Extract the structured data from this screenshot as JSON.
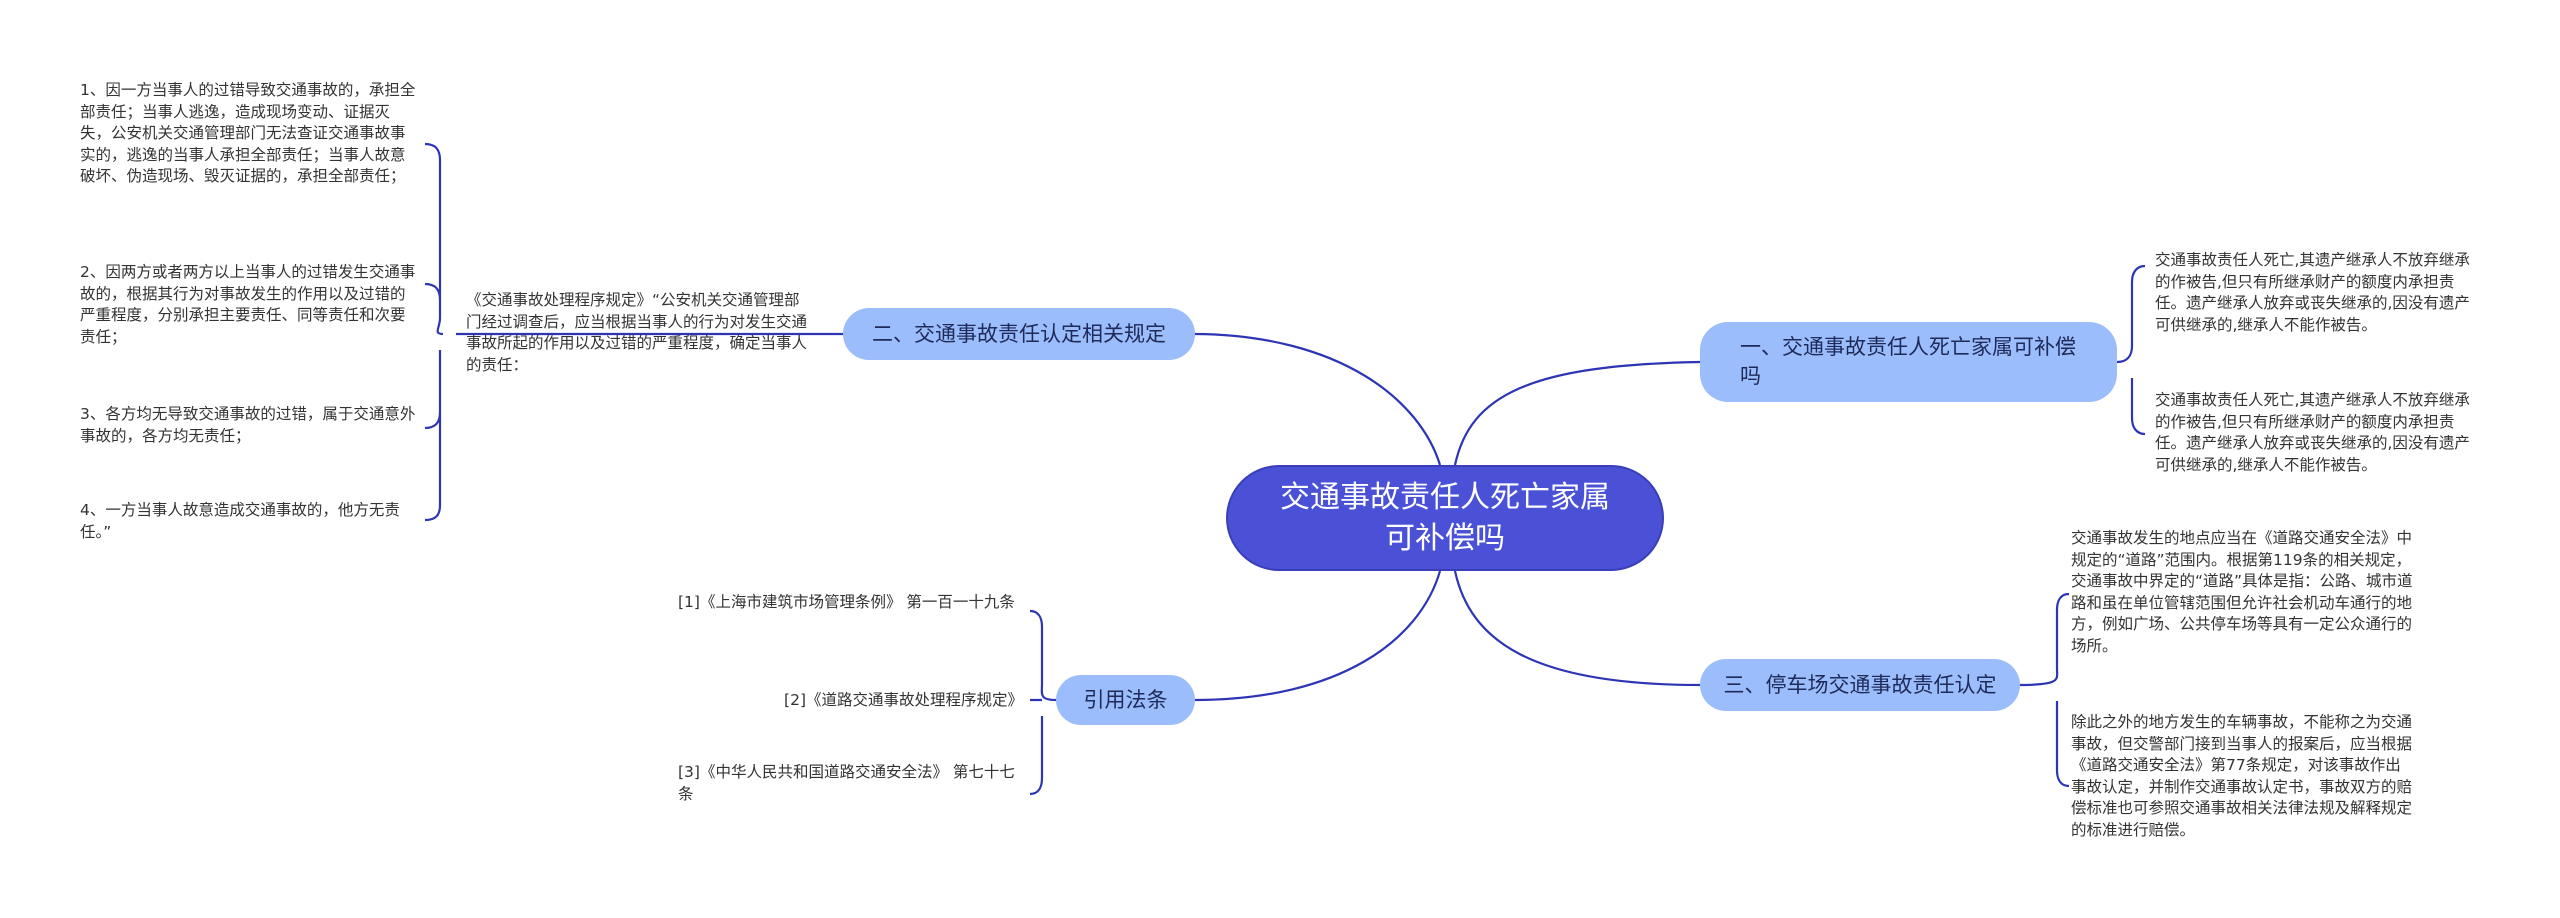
{
  "center": {
    "label": "交通事故责任人死亡家属可补偿吗"
  },
  "branches": {
    "b1": {
      "label": "一、交通事故责任人死亡家属可补偿吗",
      "notes": [
        "交通事故责任人死亡,其遗产继承人不放弃继承的作被告,但只有所继承财产的额度内承担责任。遗产继承人放弃或丧失继承的,因没有遗产可供继承的,继承人不能作被告。",
        "交通事故责任人死亡,其遗产继承人不放弃继承的作被告,但只有所继承财产的额度内承担责任。遗产继承人放弃或丧失继承的,因没有遗产可供继承的,继承人不能作被告。"
      ]
    },
    "b2": {
      "label": "二、交通事故责任认定相关规定",
      "intro": "《交通事故处理程序规定》“公安机关交通管理部门经过调查后，应当根据当事人的行为对发生交通事故所起的作用以及过错的严重程度，确定当事人的责任：",
      "notes": [
        "1、因一方当事人的过错导致交通事故的，承担全部责任；当事人逃逸，造成现场变动、证据灭失，公安机关交通管理部门无法查证交通事故事实的，逃逸的当事人承担全部责任；当事人故意破坏、伪造现场、毁灭证据的，承担全部责任；",
        "2、因两方或者两方以上当事人的过错发生交通事故的，根据其行为对事故发生的作用以及过错的严重程度，分别承担主要责任、同等责任和次要责任；",
        "3、各方均无导致交通事故的过错，属于交通意外事故的，各方均无责任；",
        "4、一方当事人故意造成交通事故的，他方无责任。”"
      ]
    },
    "b3": {
      "label": "三、停车场交通事故责任认定",
      "notes": [
        "交通事故发生的地点应当在《道路交通安全法》中规定的“道路”范围内。根据第119条的相关规定，交通事故中界定的“道路”具体是指：公路、城市道路和虽在单位管辖范围但允许社会机动车通行的地方，例如广场、公共停车场等具有一定公众通行的场所。",
        "除此之外的地方发生的车辆事故，不能称之为交通事故，但交警部门接到当事人的报案后，应当根据《道路交通安全法》第77条规定，对该事故作出事故认定，并制作交通事故认定书，事故双方的赔偿标准也可参照交通事故相关法律法规及解释规定的标准进行赔偿。"
      ]
    },
    "b4": {
      "label": "引用法条",
      "notes": [
        "[1]《上海市建筑市场管理条例》 第一百一十九条",
        "[2]《道路交通事故处理程序规定》",
        "[3]《中华人民共和国道路交通安全法》 第七十七条"
      ]
    }
  },
  "colors": {
    "center_fill": "#4a51d6",
    "branch_fill": "#9cbdfb",
    "line": "#2d35b5",
    "text": "#333333"
  }
}
